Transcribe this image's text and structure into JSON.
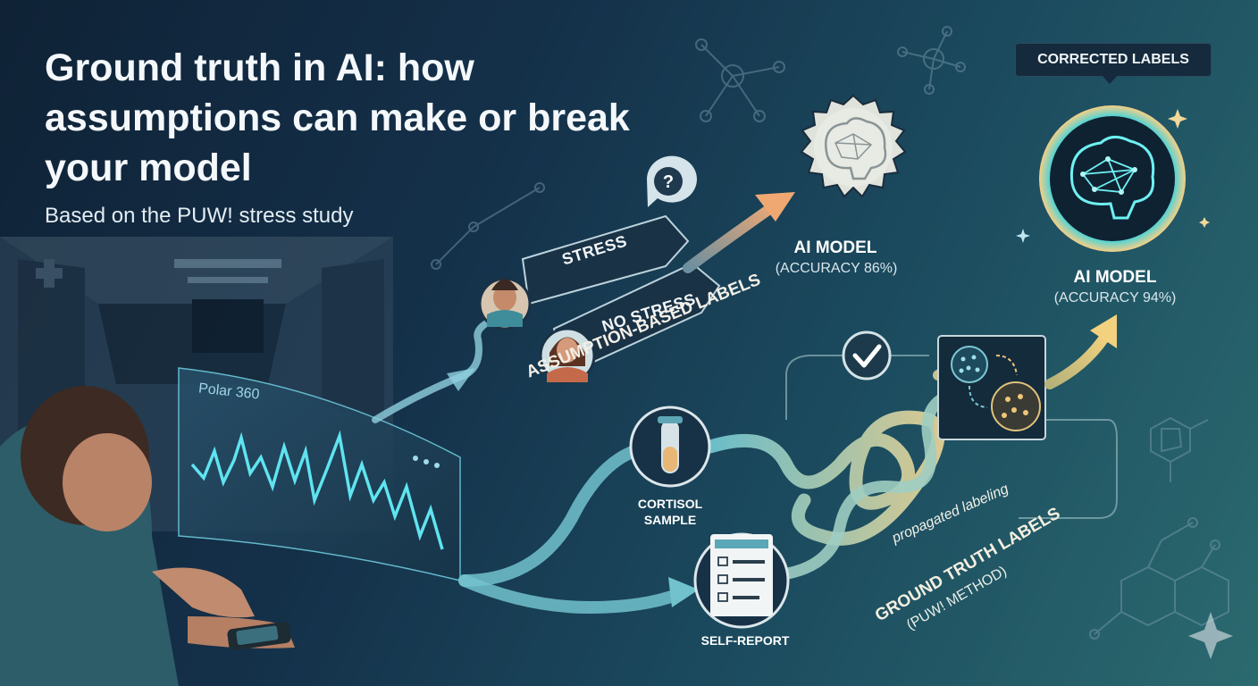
{
  "title": "Ground truth in AI: how assumptions can make or break your model",
  "subtitle": "Based on the PUW! stress study",
  "device_label": "Polar 360",
  "assumption_branch": {
    "stress_label": "STRESS",
    "no_stress_label": "NO STRESS",
    "caption": "ASSUMPTION-BASED LABELS"
  },
  "model_assumption": {
    "name": "AI MODEL",
    "accuracy": "(ACCURACY 86%)"
  },
  "model_corrected": {
    "name": "AI MODEL",
    "accuracy": "(ACCURACY 94%)",
    "tag": "CORRECTED LABELS"
  },
  "ground_truth_branch": {
    "cortisol": "CORTISOL SAMPLE",
    "self_report": "SELF-REPORT",
    "propagation": "propagated labeling",
    "caption": "GROUND TRUTH LABELS",
    "method": "(PUW! METHOD)"
  },
  "icons": [
    "question-icon",
    "check-icon",
    "brain-icon",
    "test-tube-icon",
    "checklist-icon",
    "molecule-icon",
    "sparkle-icon"
  ],
  "colors": {
    "accent_teal": "#5fd6e0",
    "arrow_orange": "#e8a56b",
    "arrow_yellow": "#f0cf7a",
    "background": "#143049"
  }
}
